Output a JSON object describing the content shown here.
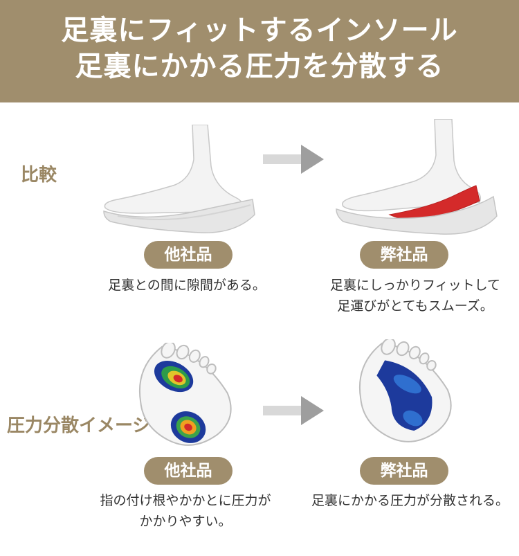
{
  "header": {
    "line1": "足裏にフィットするインソール",
    "line2": "足裏にかかる圧力を分散する"
  },
  "comparison": {
    "label": "比較",
    "left_badge": "他社品",
    "right_badge": "弊社品",
    "left_caption": "足裏との間に隙間がある。",
    "right_caption_1": "足裏にしっかりフィットして",
    "right_caption_2": "足運びがとてもスムーズ。"
  },
  "pressure": {
    "label": "圧力分散イメージ",
    "left_badge": "他社品",
    "right_badge": "弊社品",
    "left_caption_1": "指の付け根やかかとに圧力が",
    "left_caption_2": "かかりやすい。",
    "right_caption": "足裏にかかる圧力が分散される。"
  },
  "colors": {
    "brand": "#a08e6d",
    "accent_red": "#d42a2a"
  }
}
